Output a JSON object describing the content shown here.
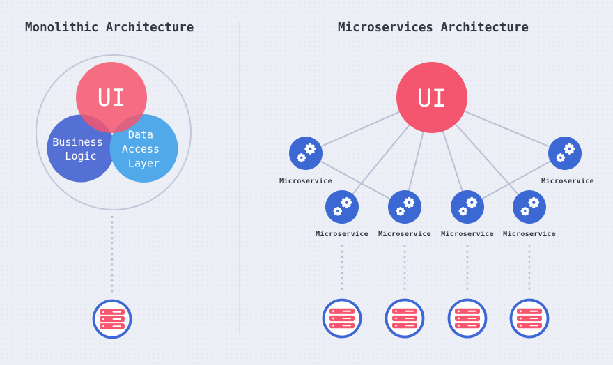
{
  "background": {
    "base_color": "#edeff6",
    "dot_color": "#dfe3ee"
  },
  "colors": {
    "ui_red": "#f5566f",
    "business_logic_blue": "#5570d4",
    "data_access_blue": "#52a9e9",
    "microservice_node_blue": "#3c68d4",
    "database_ring_blue": "#3e68d6",
    "database_server_red": "#f8566e",
    "outer_ring_stroke": "#c2c7db",
    "edge_line": "#b9c0d6",
    "dotted_line": "#b6bdd3",
    "panel_divider": "#dfe2ec",
    "title_text": "#323843",
    "label_text": "#2f3640"
  },
  "left_panel": {
    "title": "Monolithic Architecture",
    "venn": {
      "ui_label": "UI",
      "business_logic_lines": [
        "Business",
        "Logic"
      ],
      "data_access_lines": [
        "Data",
        "Access",
        "Layer"
      ]
    },
    "database_icon": "database-server-icon"
  },
  "right_panel": {
    "title": "Microservices Architecture",
    "ui_label": "UI",
    "microservice_labels": [
      "Microservice",
      "Microservice",
      "Microservice",
      "Microservice",
      "Microservice",
      "Microservice"
    ],
    "database_count": 4
  }
}
